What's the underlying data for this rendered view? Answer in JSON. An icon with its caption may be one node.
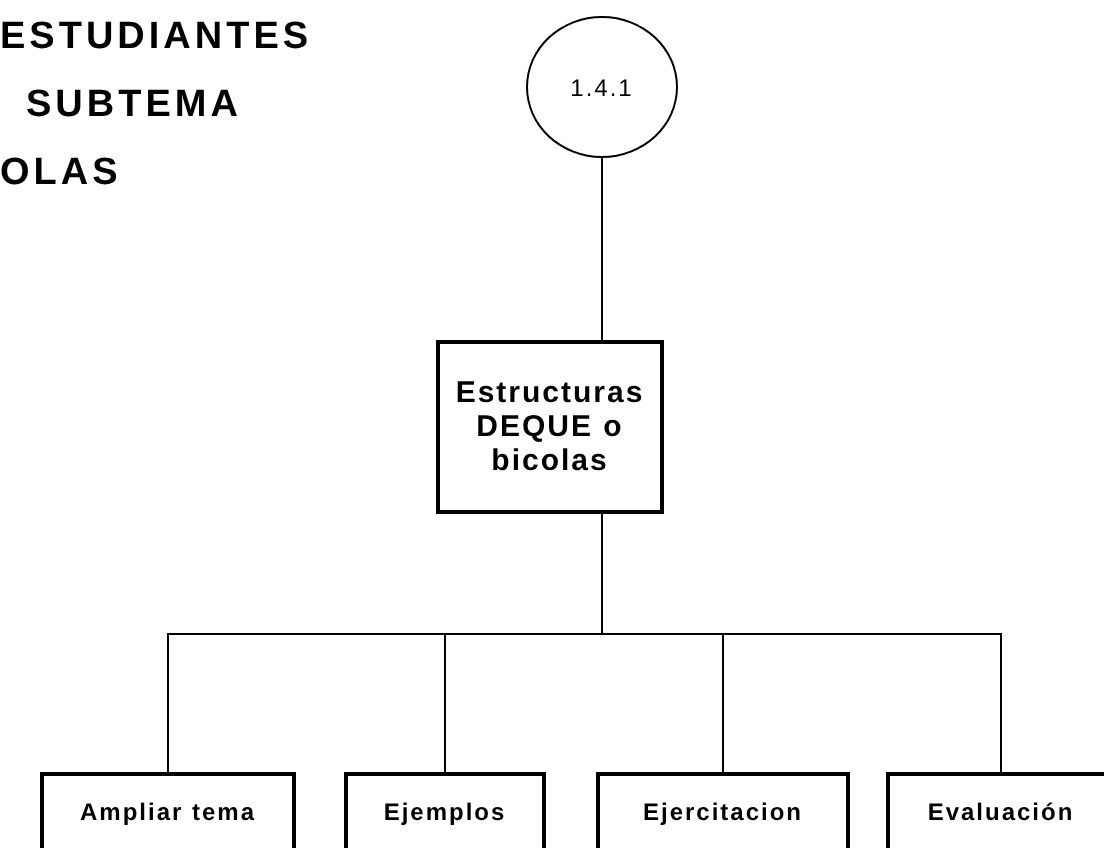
{
  "diagram": {
    "nodes": [
      {
        "text": [
          "1.4.1"
        ]
      },
      {
        "text": [
          "Estructuras DEQUE o bicolas"
        ]
      },
      {
        "text": [
          "Ampliar tema"
        ]
      },
      {
        "text": [
          "Ejemplos"
        ]
      },
      {
        "text": [
          "Ejercitacion"
        ]
      },
      {
        "text": [
          "Evaluación"
        ]
      }
    ],
    "edges": [
      {
        "from": 0,
        "to": 1,
        "arrow": "none"
      },
      {
        "from": 1,
        "to": 2,
        "arrow": "none"
      },
      {
        "from": 1,
        "to": 3,
        "arrow": "none"
      },
      {
        "from": 1,
        "to": 4,
        "arrow": "none"
      },
      {
        "from": 1,
        "to": 5,
        "arrow": "none"
      }
    ],
    "labels": [
      "ESTUDIANTES",
      "SUBTEMA",
      "OLAS"
    ]
  }
}
